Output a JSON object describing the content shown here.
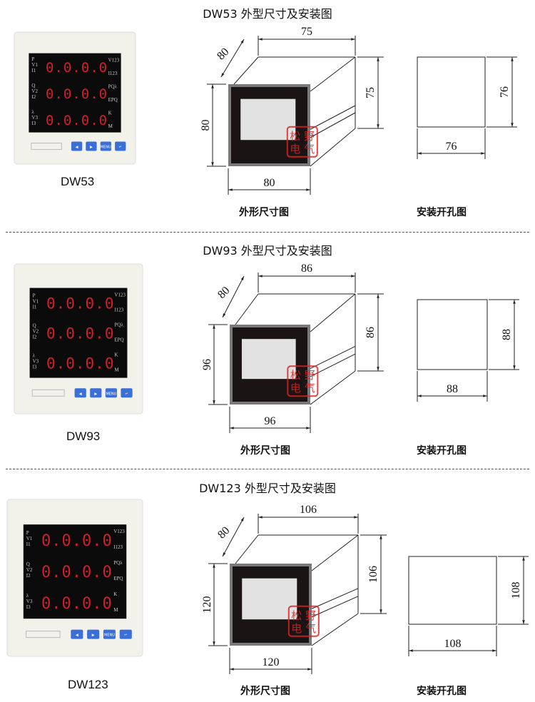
{
  "sections": [
    {
      "title": "DW53 外型尺寸及安装图",
      "model": "DW53",
      "outline_caption": "外形尺寸图",
      "cutout_caption": "安装开孔图",
      "dims": {
        "depth": "80",
        "back_width": "75",
        "back_height": "75",
        "front_height": "80",
        "front_width": "80",
        "cutout_height": "76",
        "cutout_width": "76"
      }
    },
    {
      "title": "DW93 外型尺寸及安装图",
      "model": "DW93",
      "outline_caption": "外形尺寸图",
      "cutout_caption": "安装开孔图",
      "dims": {
        "depth": "80",
        "back_width": "86",
        "back_height": "86",
        "front_height": "96",
        "front_width": "96",
        "cutout_height": "88",
        "cutout_width": "88"
      }
    },
    {
      "title": "DW123 外型尺寸及安装图",
      "model": "DW123",
      "outline_caption": "外形尺寸图",
      "cutout_caption": "安装开孔图",
      "dims": {
        "depth": "80",
        "back_width": "106",
        "back_height": "106",
        "front_height": "120",
        "front_width": "120",
        "cutout_height": "108",
        "cutout_width": "108"
      }
    }
  ],
  "meter": {
    "display_rows": [
      "0.0.0.0",
      "0.0.0.0",
      "0.0.0.0"
    ],
    "left_labels": [
      [
        "P",
        "V1",
        "I1"
      ],
      [
        "Q",
        "V2",
        "I2"
      ],
      [
        "λ",
        "V3",
        "I3"
      ]
    ],
    "right_labels": [
      "V123",
      "I123",
      "PQλ",
      "EPQ",
      "K",
      "M"
    ],
    "buttons": [
      "◀",
      "▶",
      "MENU",
      "↵"
    ]
  },
  "stamp": {
    "text": "松野电气"
  },
  "colors": {
    "digit": "#d0202a",
    "button": "#3a6fd8",
    "bezel": "#f2f1ea",
    "frame": "#7a7a7a"
  }
}
